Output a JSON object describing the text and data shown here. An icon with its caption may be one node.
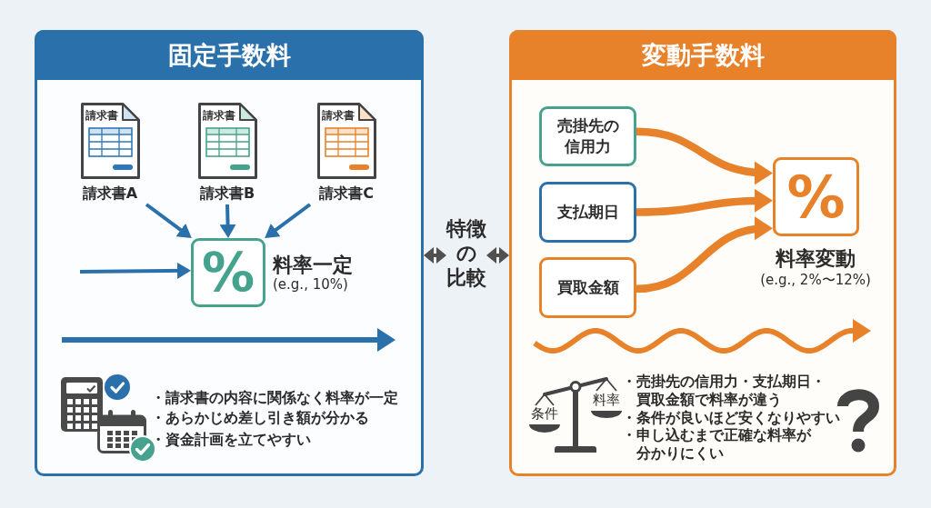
{
  "diagram": {
    "nodes": [
      {
        "text": [
          "固定手数料"
        ]
      },
      {
        "text": [
          "請求書",
          "請求書A"
        ],
        "in": 0
      },
      {
        "text": [
          "請求書",
          "請求書B"
        ],
        "in": 0
      },
      {
        "text": [
          "請求書",
          "請求書C"
        ],
        "in": 0
      },
      {
        "text": [
          "%"
        ],
        "beside": [
          "料率一定",
          "(e.g., 10%)"
        ],
        "in": 0
      },
      {
        "text": [
          "特徴の比較"
        ]
      },
      {
        "text": [
          "変動手数料"
        ]
      },
      {
        "text": [
          "売掛先の信用力"
        ],
        "in": 6
      },
      {
        "text": [
          "支払期日"
        ],
        "in": 6
      },
      {
        "text": [
          "買取金額"
        ],
        "in": 6
      },
      {
        "text": [
          "%"
        ],
        "beside": [
          "料率変動",
          "(e.g., 2%〜12%)"
        ],
        "in": 6
      }
    ],
    "edges": [
      {
        "from": 1,
        "to": 4,
        "arrow": "to",
        "color": "#2a70aa"
      },
      {
        "from": 2,
        "to": 4,
        "arrow": "to",
        "color": "#2a70aa"
      },
      {
        "from": 3,
        "to": 4,
        "arrow": "to",
        "color": "#2a70aa"
      },
      {
        "from": null,
        "to": 4,
        "arrow": "to",
        "color": "#2a70aa"
      },
      {
        "from": 0,
        "to": 5,
        "arrow": "both",
        "color": "#505050"
      },
      {
        "from": 5,
        "to": 6,
        "arrow": "both",
        "color": "#505050"
      },
      {
        "from": 7,
        "to": 10,
        "arrow": "to",
        "style": "thick",
        "color": "#e8822a"
      },
      {
        "from": 8,
        "to": 10,
        "arrow": "to",
        "style": "thick",
        "color": "#e8822a"
      },
      {
        "from": 9,
        "to": 10,
        "arrow": "to",
        "style": "thick",
        "color": "#e8822a"
      }
    ],
    "labels": [
      "・請求書の内容に関係なく料率が一定",
      "・あらかじめ差し引き額が分かる",
      "・資金計画を立てやすい",
      "条件",
      "料率",
      "・売掛先の信用力・支払期日・買取金額で料率が違う",
      "・条件が良いほど安くなりやすい",
      "・申し込むまで正確な料率が分かりにくい"
    ]
  }
}
